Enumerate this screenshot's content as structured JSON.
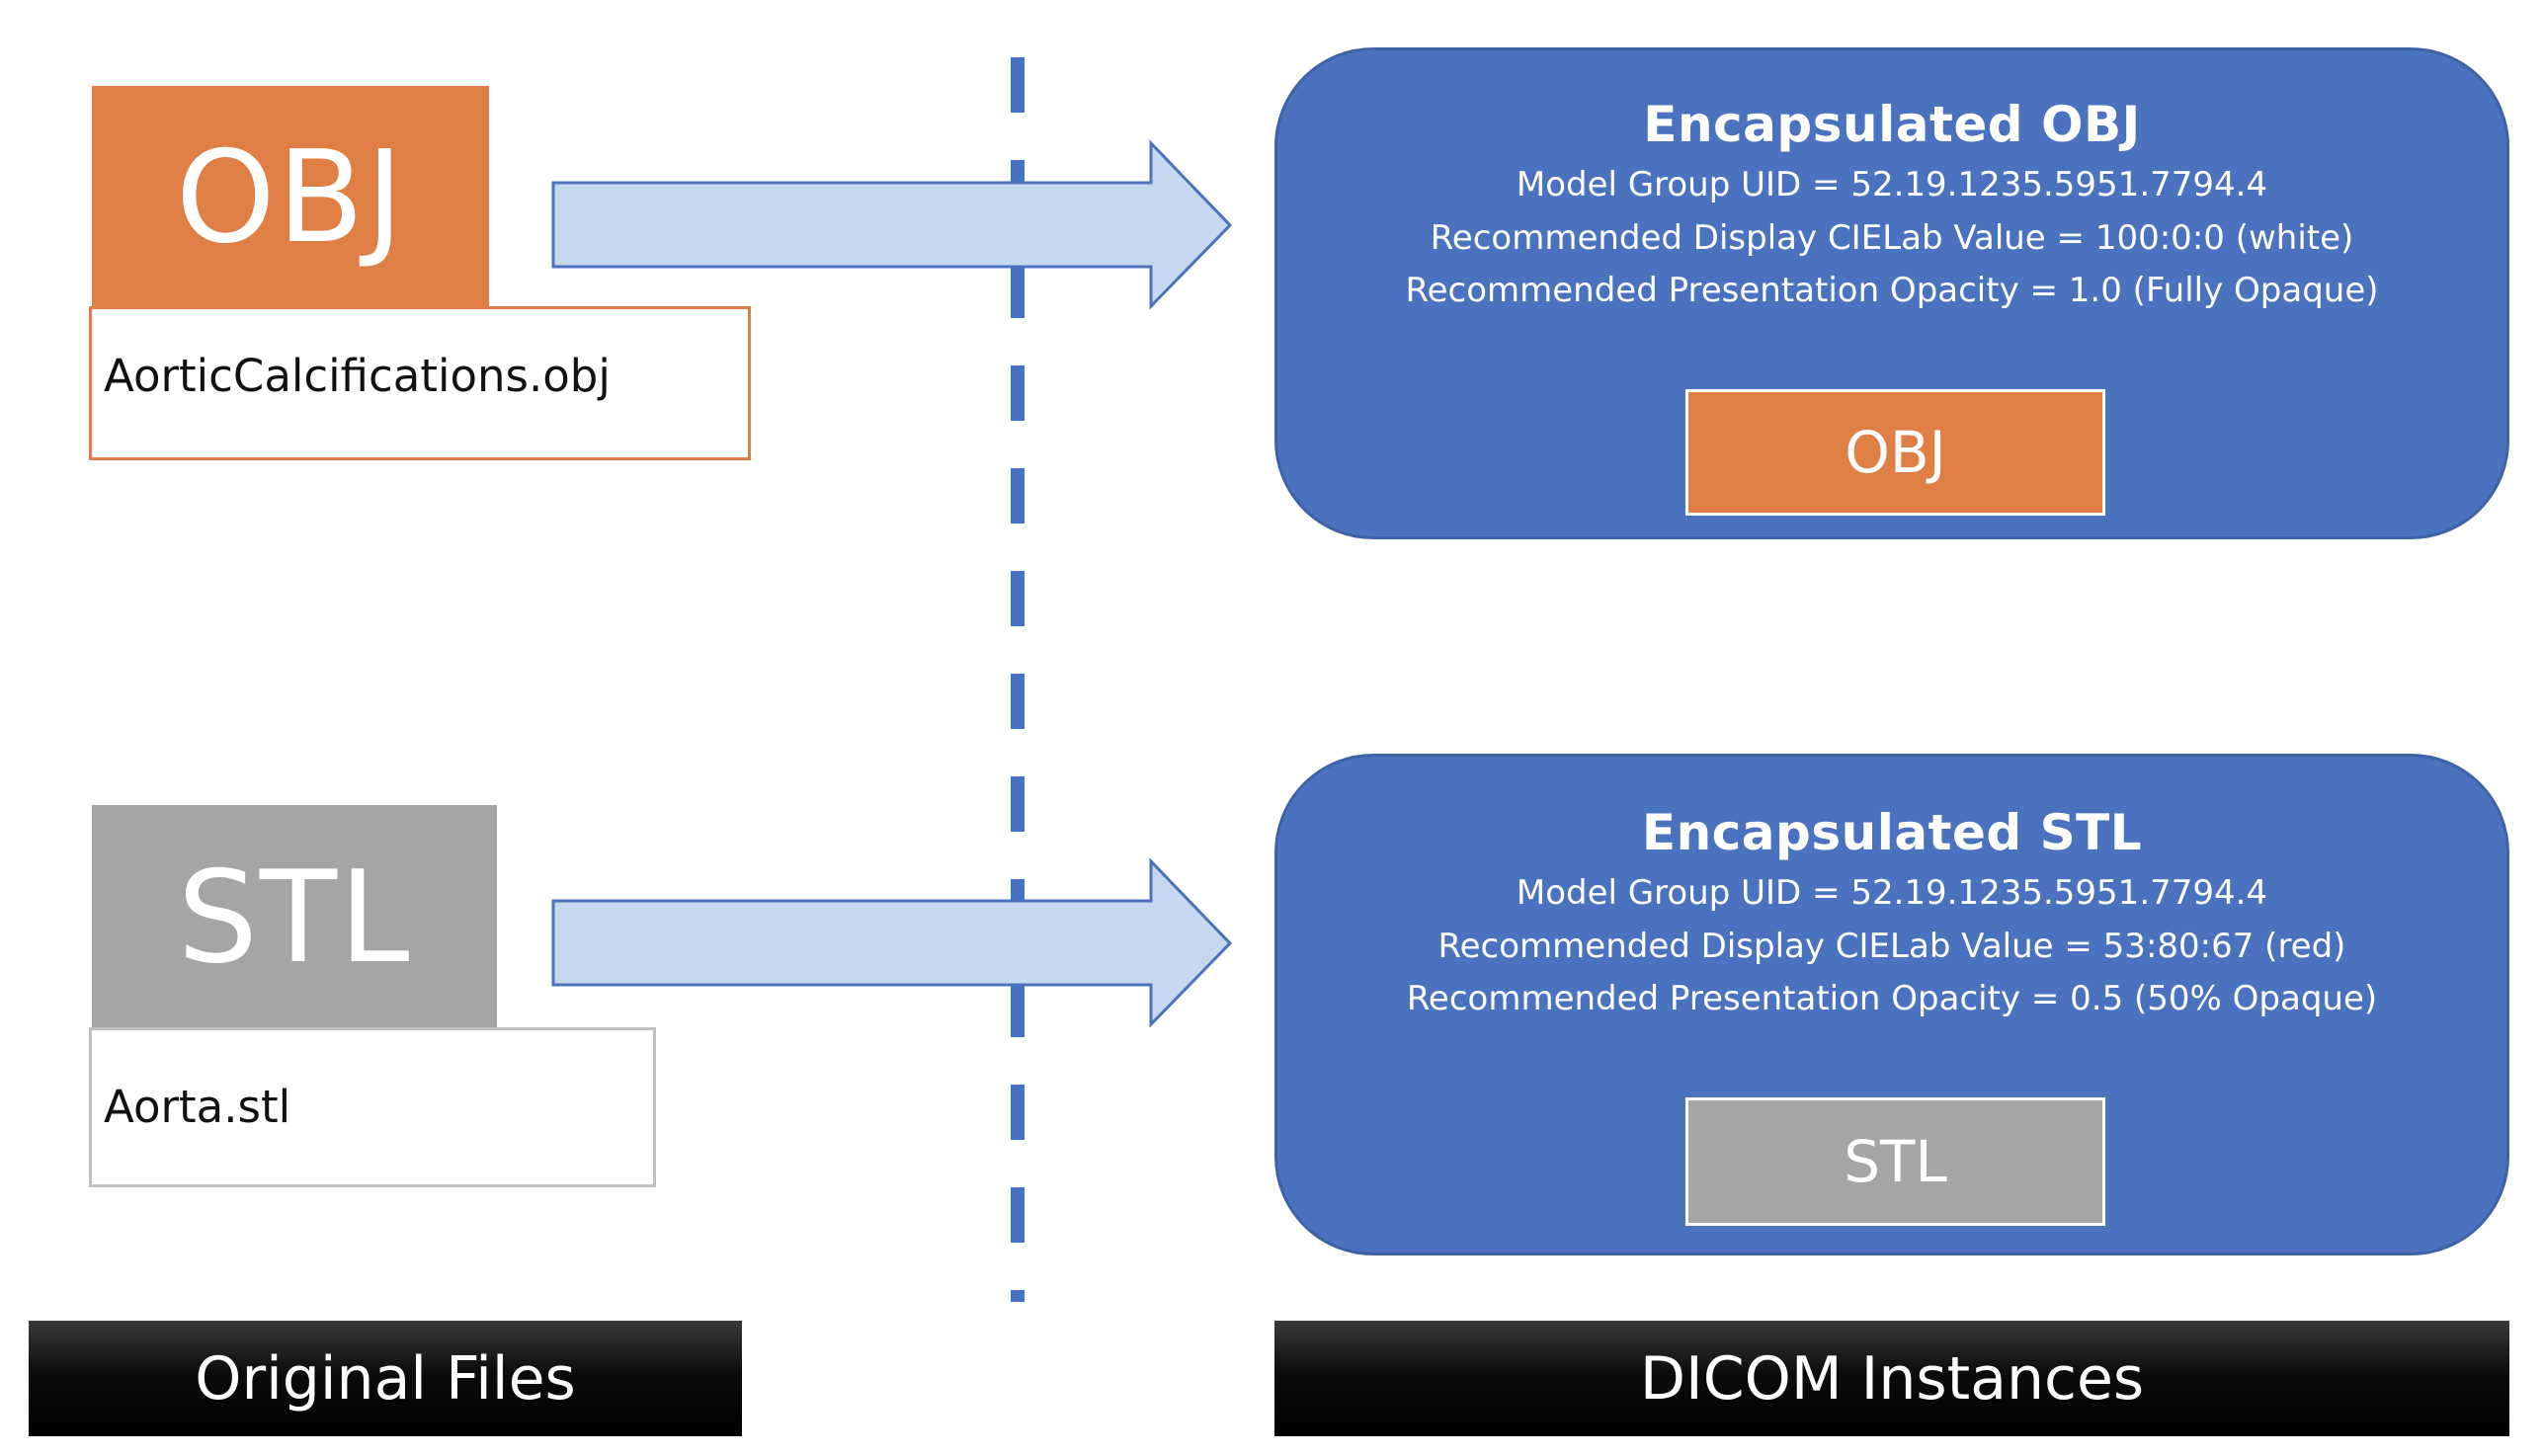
{
  "original_files": {
    "obj": {
      "tile_text": "OBJ",
      "filename": "AorticCalcifications.obj",
      "color": "#e07f45"
    },
    "stl": {
      "tile_text": "STL",
      "filename": "Aorta.stl",
      "color": "#a5a5a5"
    }
  },
  "dicom_instances": {
    "obj": {
      "title": "Encapsulated  OBJ",
      "model_group_uid": "Model Group UID = 52.19.1235.5951.7794.4",
      "display_value": "Recommended Display CIELab Value = 100:0:0  (white)",
      "opacity": "Recommended Presentation Opacity = 1.0  (Fully Opaque)",
      "chip_text": "OBJ",
      "chip_color": "#e07f45"
    },
    "stl": {
      "title": "Encapsulated  STL",
      "model_group_uid": "Model Group UID = 52.19.1235.5951.7794.4",
      "display_value": "Recommended Display CIELab Value = 53:80:67  (red)",
      "opacity": "Recommended Presentation Opacity = 0.5  (50% Opaque)",
      "chip_text": "STL",
      "chip_color": "#a5a5a5"
    }
  },
  "footer": {
    "left_label": "Original Files",
    "right_label": "DICOM Instances"
  },
  "colors": {
    "dicom_box": "#4a72be",
    "arrow_fill": "#c5d8ee",
    "arrow_stroke": "#4a72be",
    "divider": "#4472c4"
  }
}
